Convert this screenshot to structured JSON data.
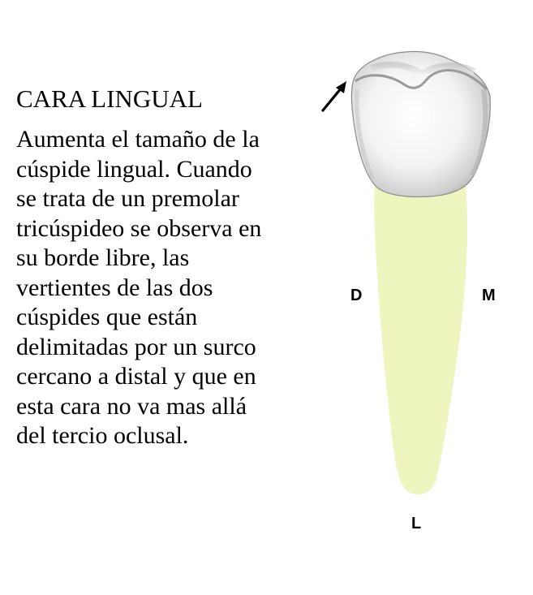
{
  "title": "CARA LINGUAL",
  "description_lines": [
    "Aumenta el tamaño de la",
    "cúspide lingual. Cuando",
    "se trata de un premolar",
    "tricúspideo se observa en",
    "su borde libre, las",
    "vertientes de las dos",
    "cúspides que están",
    "delimitadas por un surco",
    "cercano a distal y que en",
    "esta cara no va mas allá",
    "del tercio oclusal."
  ],
  "labels": {
    "distal": "D",
    "mesial": "M",
    "lingual": "L"
  },
  "colors": {
    "root": "#eff5bf",
    "crown_light": "#ffffff",
    "crown_shadow": "#9e9e9e",
    "arrow": "#000000"
  }
}
